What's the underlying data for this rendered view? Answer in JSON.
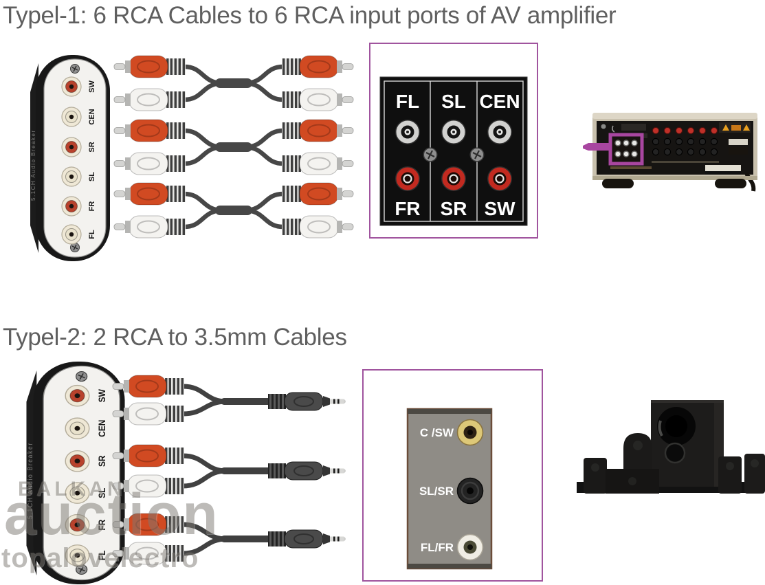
{
  "titles": {
    "type1": "Typel-1: 6 RCA Cables to 6 RCA input ports of AV amplifier",
    "type2": "Typel-2: 2 RCA to 3.5mm Cables"
  },
  "breaker": {
    "side_text": "5.1CH Audio Breaker",
    "ports": [
      {
        "label": "SW",
        "color": "red"
      },
      {
        "label": "CEN",
        "color": "white"
      },
      {
        "label": "SR",
        "color": "red"
      },
      {
        "label": "SL",
        "color": "white"
      },
      {
        "label": "FR",
        "color": "red"
      },
      {
        "label": "FL",
        "color": "white"
      }
    ]
  },
  "rca_panel": {
    "top_labels": [
      "FL",
      "SL",
      "CEN"
    ],
    "bottom_labels": [
      "FR",
      "SR",
      "SW"
    ],
    "top_jack_color": "silver",
    "bottom_jack_color": "red"
  },
  "jack_panel": {
    "jacks": [
      {
        "label": "C /SW",
        "ring_color": "#ddc878"
      },
      {
        "label": "SL/SR",
        "ring_color": "#232323"
      },
      {
        "label": "FL/FR",
        "ring_color": "#f0ede4"
      }
    ]
  },
  "watermark": {
    "line1": "BALKAN",
    "line2": "auction",
    "line3": "topalovelectro"
  },
  "colors": {
    "title_text": "#5f5f5f",
    "accent_purple": "#a0549e",
    "highlight_magenta": "#a846a0",
    "rca_red": "#d14a22",
    "rca_white": "#f4f3f0",
    "cable": "#474747",
    "amp_body": "#c9c1ae"
  }
}
